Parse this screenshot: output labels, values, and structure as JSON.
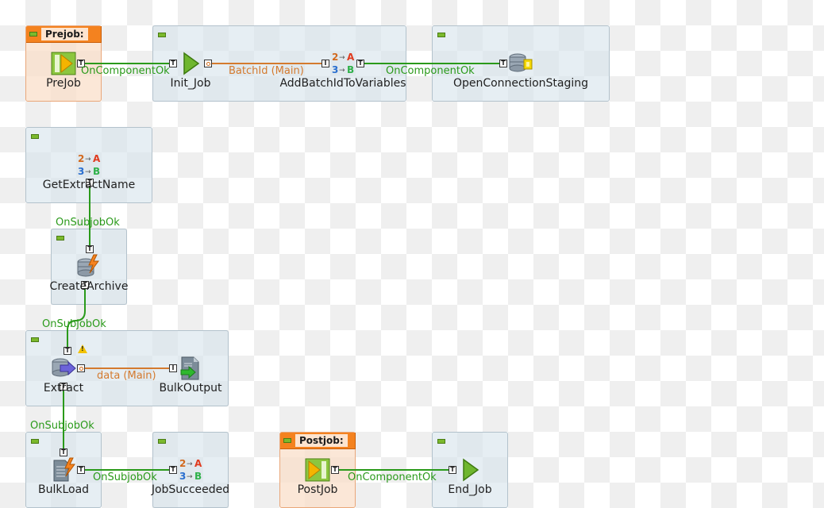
{
  "colors": {
    "link_green": "#2a9a1a",
    "link_orange": "#d47a2e",
    "header_orange": "#f4821f"
  },
  "prejob": {
    "header": "Prejob:"
  },
  "postjob": {
    "header": "Postjob:"
  },
  "components": {
    "prejob": {
      "label": "PreJob",
      "icon": "prejob-icon"
    },
    "init_job": {
      "label": "Init_Job",
      "icon": "play-icon"
    },
    "add_batch": {
      "label": "AddBatchIdToVariables",
      "icon": "set-variables-icon"
    },
    "open_conn": {
      "label": "OpenConnectionStaging",
      "icon": "database-connection-icon"
    },
    "get_extract": {
      "label": "GetExtractName",
      "icon": "set-variables-icon"
    },
    "create_archive": {
      "label": "CreateArchive",
      "icon": "database-row-icon"
    },
    "extract": {
      "label": "Extract",
      "icon": "database-input-icon"
    },
    "bulk_output": {
      "label": "BulkOutput",
      "icon": "file-output-icon"
    },
    "bulk_load": {
      "label": "BulkLoad",
      "icon": "bulk-exec-icon"
    },
    "job_succeeded": {
      "label": "JobSucceeded",
      "icon": "set-variables-icon"
    },
    "postjob": {
      "label": "PostJob",
      "icon": "postjob-icon"
    },
    "end_job": {
      "label": "End_Job",
      "icon": "play-icon"
    }
  },
  "links": {
    "prejob_to_init": "OnComponentOk",
    "init_to_add": "BatchId (Main)",
    "add_to_open": "OnComponentOk",
    "get_to_create": "OnSubjobOk",
    "create_to_extract": "OnSubjobOk",
    "extract_to_bulkoutput": "data (Main)",
    "extract_to_bulkload": "OnSubjobOk",
    "bulkload_to_succeeded": "OnSubjobOk",
    "postjob_to_end": "OnComponentOk"
  },
  "ports": {
    "trigger": "T",
    "input": "I"
  }
}
